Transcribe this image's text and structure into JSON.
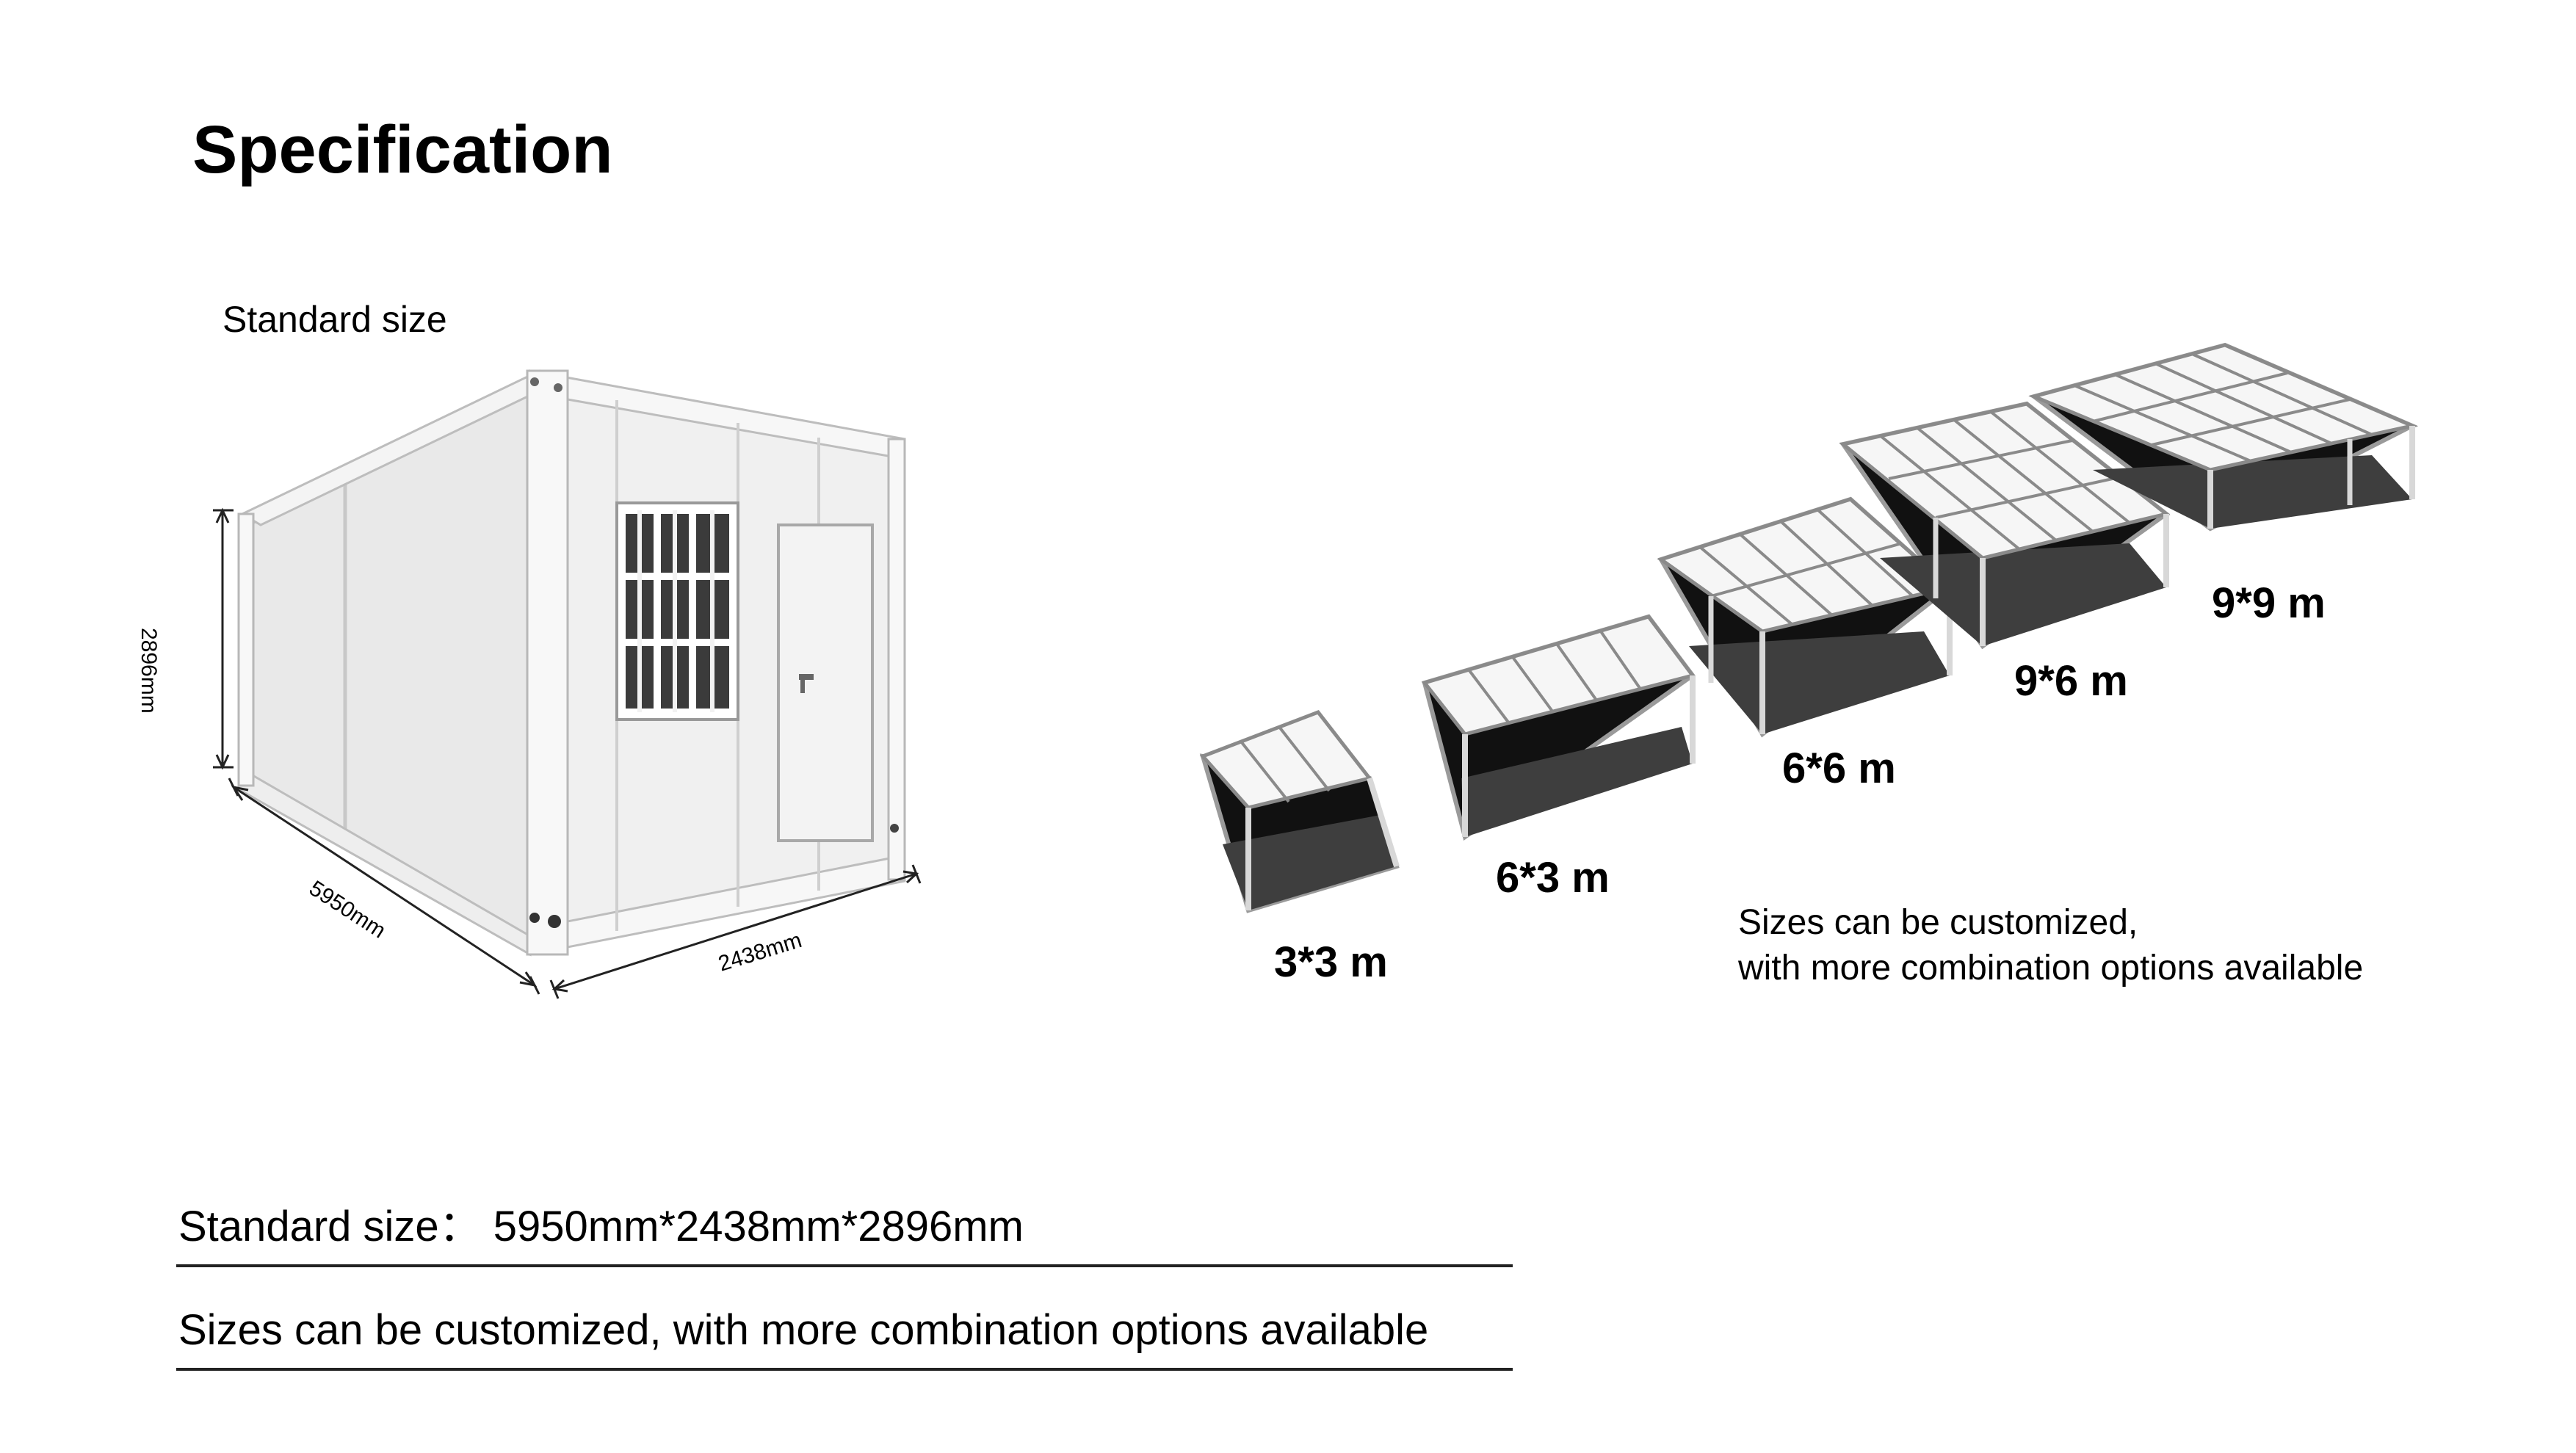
{
  "page": {
    "title": "Specification"
  },
  "container": {
    "label": "Standard size",
    "height_dim": "2896mm",
    "length_dim": "5950mm",
    "width_dim": "2438mm"
  },
  "modules": [
    {
      "label": "3*3 m"
    },
    {
      "label": "6*3 m"
    },
    {
      "label": "6*6 m"
    },
    {
      "label": "9*6 m"
    },
    {
      "label": "9*9 m"
    }
  ],
  "note": {
    "line1": "Sizes can be customized,",
    "line2": "with more combination options available"
  },
  "spec_rows": {
    "standard_size": "Standard size：  5950mm*2438mm*2896mm",
    "custom": "Sizes can be customized, with more combination options available"
  }
}
